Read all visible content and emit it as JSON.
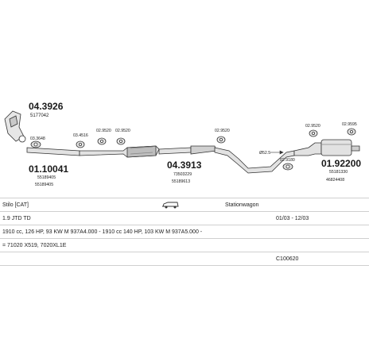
{
  "parts": {
    "top_left_code": "04.3926",
    "top_left_ref": "5177042",
    "clamp_left": "03.3648",
    "main_left_code": "01.10041",
    "main_left_ref1": "55189405",
    "main_left_ref2": "55189405",
    "rubber_1": "03.4516",
    "rubber_2": "02.9520",
    "rubber_3": "02.9520",
    "center_code": "04.3913",
    "center_ref1": "73503229",
    "center_ref2": "55189613",
    "rubber_4": "02.9520",
    "pipe_dim": "Ø52.5",
    "clamp_right": "02.9180",
    "rubber_5": "02.9520",
    "rubber_6": "02.9595",
    "right_code": "01.92200",
    "right_ref1": "55181330",
    "right_ref2": "46824408"
  },
  "info": {
    "row1": {
      "model": "Stilo [CAT]",
      "body": "Stationwagon"
    },
    "row2": {
      "engine": "1.9 JTD TD",
      "dates": "01/03 - 12/03"
    },
    "row3": {
      "spec": "1910 cc, 126 HP, 93 KW M 937A4.000 - 1910 cc 140 HP, 103 KW M 937A5.000 -"
    },
    "row4": {
      "note": "= 71020 X519, 7020XL1E"
    },
    "row5": {
      "code": "C100620"
    }
  },
  "colors": {
    "line": "#333333",
    "shade": "#cfcfcf",
    "grid": "#cfcfcf"
  },
  "icons": {
    "car": "station-wagon-icon"
  }
}
